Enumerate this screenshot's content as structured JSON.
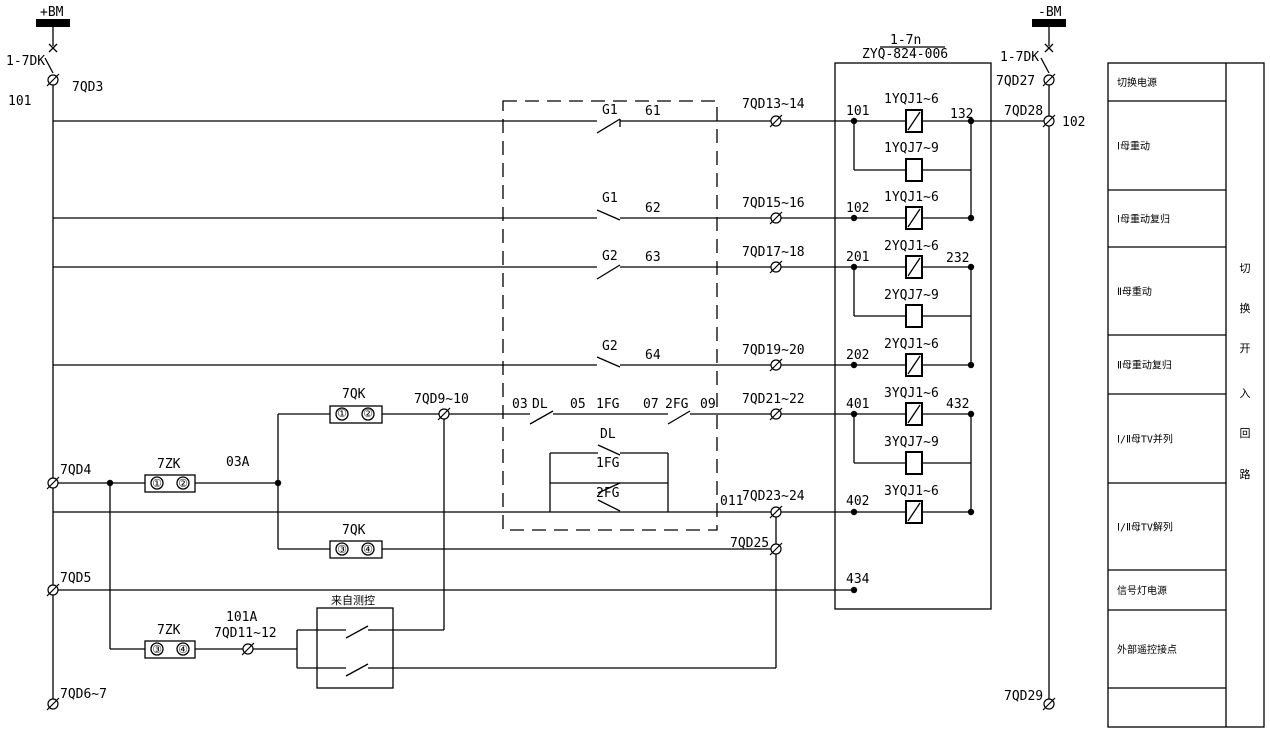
{
  "supply": {
    "pos_bus": "+BM",
    "neg_bus": "-BM",
    "breaker_left": "1-7DK",
    "breaker_right": "1-7DK",
    "term_left_top": "7QD3",
    "term_right_top": "7QD27",
    "term_right_out": "7QD28",
    "node_left": "101",
    "node_right": "102"
  },
  "contacts": {
    "g1_a": "G1",
    "n61": "61",
    "g1_b": "G1",
    "n62": "62",
    "g2_a": "G2",
    "n63": "63",
    "g2_b": "G2",
    "n64": "64",
    "n03": "03",
    "dl": "DL",
    "n05": "05",
    "fg1": "1FG",
    "n07": "07",
    "fg2": "2FG",
    "n09": "09",
    "dl_bypass": "DL",
    "fg1_bypass": "1FG",
    "fg2_bypass": "2FG",
    "n011": "011"
  },
  "terminals": {
    "t13": "7QD13~14",
    "t15": "7QD15~16",
    "t17": "7QD17~18",
    "t19": "7QD19~20",
    "t21": "7QD21~22",
    "t23": "7QD23~24",
    "t25": "7QD25",
    "t9": "7QD9~10",
    "t4": "7QD4",
    "t5": "7QD5",
    "t6": "7QD6~7",
    "t11": "7QD11~12",
    "t29": "7QD29"
  },
  "switches": {
    "qk_top": "7QK",
    "qk_top_p1": "①",
    "qk_top_p2": "②",
    "qk_bot": "7QK",
    "qk_bot_p1": "③",
    "qk_bot_p2": "④",
    "zk_top": "7ZK",
    "zk_top_p1": "①",
    "zk_top_p2": "②",
    "zk_bot": "7ZK",
    "zk_bot_p1": "③",
    "zk_bot_p2": "④",
    "n03a": "03A",
    "n101a": "101A",
    "remote": "来自测控"
  },
  "device": {
    "name": "1-7n",
    "model": "ZYQ-824-006",
    "in101": "101",
    "in102": "102",
    "in201": "201",
    "in202": "202",
    "in401": "401",
    "in402": "402",
    "in434": "434",
    "out132": "132",
    "out232": "232",
    "out432": "432",
    "r1": "1YQJ1~6",
    "r2": "1YQJ7~9",
    "r3": "1YQJ1~6",
    "r4": "2YQJ1~6",
    "r5": "2YQJ7~9",
    "r6": "2YQJ1~6",
    "r7": "3YQJ1~6",
    "r8": "3YQJ7~9",
    "r9": "3YQJ1~6"
  },
  "table": {
    "title": "切换开入回路",
    "rows": [
      "切换电源",
      "Ⅰ母重动",
      "Ⅰ母重动复归",
      "Ⅱ母重动",
      "Ⅱ母重动复归",
      "Ⅰ/Ⅱ母TV并列",
      "Ⅰ/Ⅱ母TV解列",
      "信号灯电源",
      "外部遥控接点",
      ""
    ]
  }
}
